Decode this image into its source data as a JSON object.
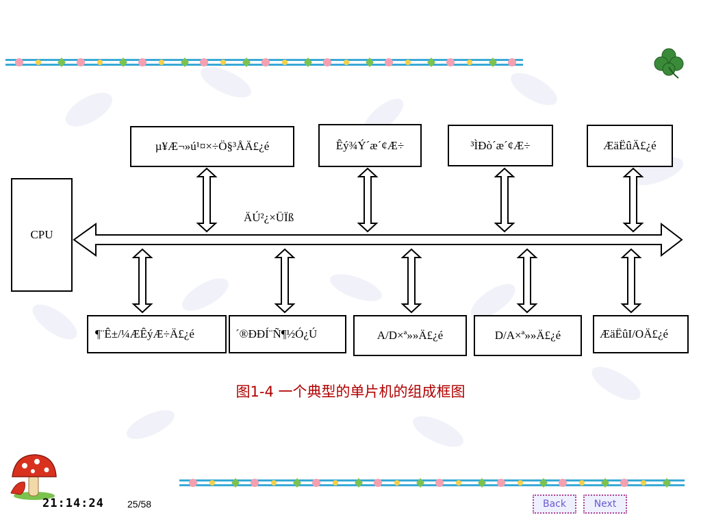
{
  "diagram": {
    "cpu": "CPU",
    "bus_label": "ÄÚ²¿×ÜÏß",
    "top_modules": [
      "µ¥Æ¬»ú¹¤×÷Ö§³ÅÄ£¿é",
      "Êý¾Ý´æ´¢Æ÷",
      "³ÌÐò´æ´¢Æ÷",
      "ÆäËûÄ£¿é"
    ],
    "bottom_modules": [
      "¶¨Ê±/¼ÆÊýÆ÷Ä£¿é",
      "´®ÐÐÍ¨Ñ¶½Ó¿Ú",
      "A/D×ª»»Ä£¿é",
      "D/A×ª»»Ä£¿é",
      "ÆäËûI/OÄ£¿é"
    ]
  },
  "caption": "图1-4  一个典型的单片机的组成框图",
  "footer": {
    "time": "21:14:24",
    "page": "25/58",
    "back": "Back",
    "next": "Next"
  },
  "icons": {
    "top_right": "clover-icon",
    "bottom_left": "mushroom-icon"
  },
  "colors": {
    "caption": "#b00000",
    "garland_stripe": "#39a9d6"
  }
}
